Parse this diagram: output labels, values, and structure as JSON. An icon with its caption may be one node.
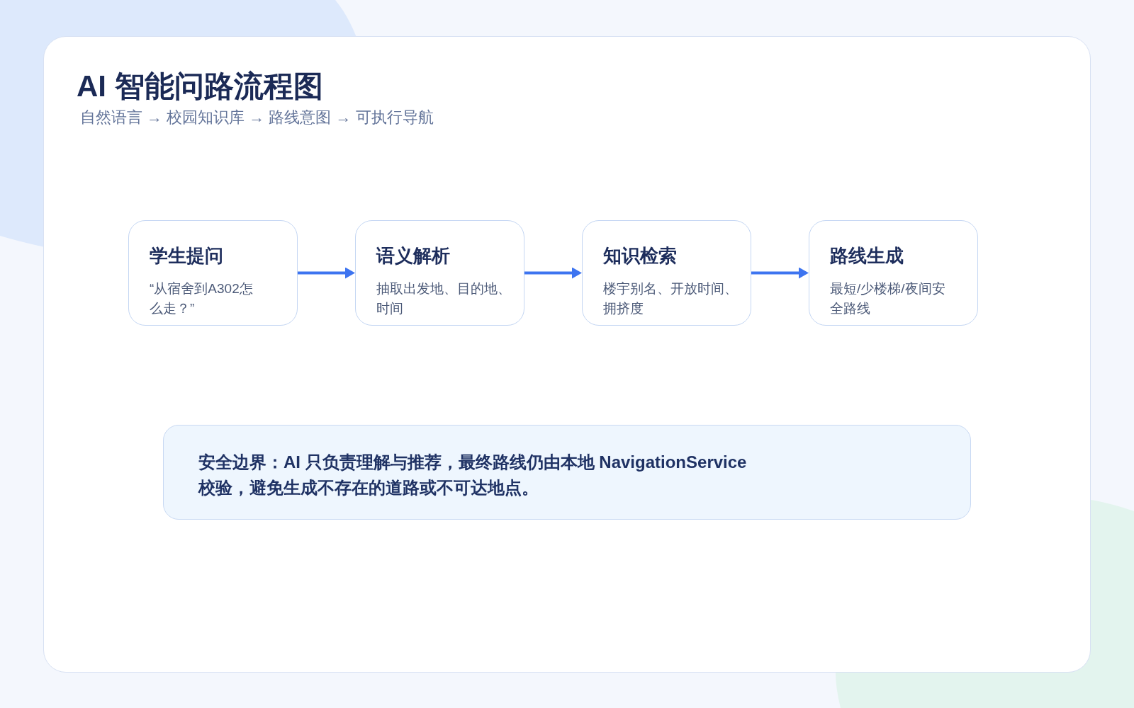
{
  "diagram": {
    "title": "AI 智能问路流程图",
    "nodes": [
      {
        "text": [
          "学生提问",
          "“从宿舍到A302怎么走？”"
        ]
      },
      {
        "text": [
          "语义解析",
          "抽取出发地、目的地、时间"
        ]
      },
      {
        "text": [
          "知识检索",
          "楼宇别名、开放时间、拥挤度"
        ]
      },
      {
        "text": [
          "路线生成",
          "最短/少楼梯/夜间安全路线"
        ]
      },
      {
        "text": [
          "安全边界：AI 只负责理解与推荐，最终路线仍由本地 NavigationService 校验，避免生成不存在的道路或不可达地点。"
        ]
      }
    ],
    "edges": [
      {
        "from": 0,
        "to": 1,
        "arrow": "to"
      },
      {
        "from": 1,
        "to": 2,
        "arrow": "to"
      },
      {
        "from": 2,
        "to": 3,
        "arrow": "to"
      }
    ],
    "labels": [
      "自然语言 → 校园知识库 → 路线意图 → 可执行导航"
    ]
  }
}
